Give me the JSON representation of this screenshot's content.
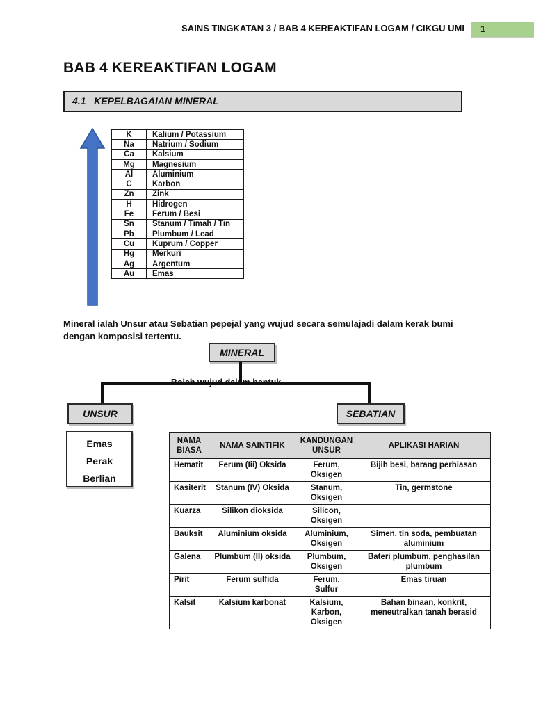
{
  "header": {
    "text": "SAINS TINGKATAN 3 / BAB 4 KEREAKTIFAN LOGAM / CIKGU UMI",
    "page_number": "1",
    "badge_color": "#a9d18e"
  },
  "title": "BAB 4 KEREAKTIFAN LOGAM",
  "section_heading": "4.1   KEPELBAGAIAN MINERAL",
  "reactivity_series": {
    "arrow_icon": "up-arrow",
    "arrow_color": "#4472c4",
    "rows": [
      {
        "symbol": "K",
        "name": "Kalium / Potassium"
      },
      {
        "symbol": "Na",
        "name": "Natrium / Sodium"
      },
      {
        "symbol": "Ca",
        "name": "Kalsium"
      },
      {
        "symbol": "Mg",
        "name": "Magnesium"
      },
      {
        "symbol": "Al",
        "name": "Aluminium"
      },
      {
        "symbol": "C",
        "name": "Karbon"
      },
      {
        "symbol": "Zn",
        "name": "Zink"
      },
      {
        "symbol": "H",
        "name": "Hidrogen"
      },
      {
        "symbol": "Fe",
        "name": "Ferum / Besi"
      },
      {
        "symbol": "Sn",
        "name": "Stanum / Timah / Tin"
      },
      {
        "symbol": "Pb",
        "name": "Plumbum / Lead"
      },
      {
        "symbol": "Cu",
        "name": "Kuprum / Copper"
      },
      {
        "symbol": "Hg",
        "name": "Merkuri"
      },
      {
        "symbol": "Ag",
        "name": "Argentum"
      },
      {
        "symbol": "Au",
        "name": "Emas"
      }
    ]
  },
  "intro_text": "Mineral ialah Unsur atau Sebatian pepejal yang wujud secara semulajadi dalam kerak bumi dengan komposisi tertentu.",
  "diagram": {
    "root": "MINERAL",
    "branch_label": "Boleh wujud dalam bentuk",
    "left_node": "UNSUR",
    "right_node": "SEBATIAN",
    "unsur_examples": [
      "Emas",
      "Perak",
      "Berlian"
    ],
    "box_fill": "#d9d9d9"
  },
  "compound_table": {
    "headers": [
      "NAMA\nBIASA",
      "NAMA SAINTIFIK",
      "KANDUNGAN\nUNSUR",
      "APLIKASI HARIAN"
    ],
    "rows": [
      [
        "Hematit",
        "Ferum (Iii) Oksida",
        "Ferum,\nOksigen",
        "Bijih besi, barang perhiasan"
      ],
      [
        "Kasiterit",
        "Stanum (IV) Oksida",
        "Stanum,\nOksigen",
        "Tin, germstone"
      ],
      [
        "Kuarza",
        "Silikon dioksida",
        "Silicon,\nOksigen",
        ""
      ],
      [
        "Bauksit",
        "Aluminium oksida",
        "Aluminium,\nOksigen",
        "Simen, tin soda, pembuatan aluminium"
      ],
      [
        "Galena",
        "Plumbum (II) oksida",
        "Plumbum,\nOksigen",
        "Bateri plumbum, penghasilan plumbum"
      ],
      [
        "Pirit",
        "Ferum sulfida",
        "Ferum,\nSulfur",
        "Emas tiruan"
      ],
      [
        "Kalsit",
        "Kalsium karbonat",
        "Kalsium,\nKarbon,\nOksigen",
        "Bahan binaan, konkrit,\nmeneutralkan tanah berasid"
      ]
    ]
  }
}
